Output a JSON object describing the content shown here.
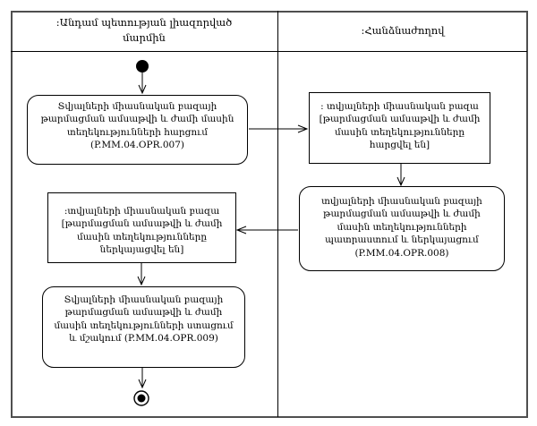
{
  "diagram": {
    "type": "uml-activity-diagram",
    "lanes": [
      {
        "id": "member-state-authorized-body",
        "title": ":Անդամ պետության լիազորված մարմին"
      },
      {
        "id": "commission",
        "title": ":Հանձնաժողով"
      }
    ],
    "nodes": {
      "request_action": "Տվյալների միասնական բազայի թարմացման ամսաթվի և ժամի մասին տեղեկությունների հարցում (P.MM.04.OPR.007)",
      "db_queried_object": ": տվյալների միասնական բազա [թարմացման ամսաթվի և ժամի մասին տեղեկությունները հարցվել են]",
      "prepare_action": "տվյալների միասնական բազայի թարմացման ամսաթվի և ժամի մասին տեղեկությունների պատրաստում և ներկայացում (P.MM.04.OPR.008)",
      "db_submitted_object": ":տվյալների միասնական բազա [թարմացման ամսաթվի և ժամի մասին տեղեկությունները ներկայացվել են]",
      "receive_action": "Տվյալների միասնական բազայի թարմացման ամսաթվի և ժամի մասին տեղեկությունների ստացում և մշակում (P.MM.04.OPR.009)"
    },
    "colors": {
      "line": "#000000",
      "frame": "#4f4f4f",
      "background": "#ffffff"
    }
  }
}
